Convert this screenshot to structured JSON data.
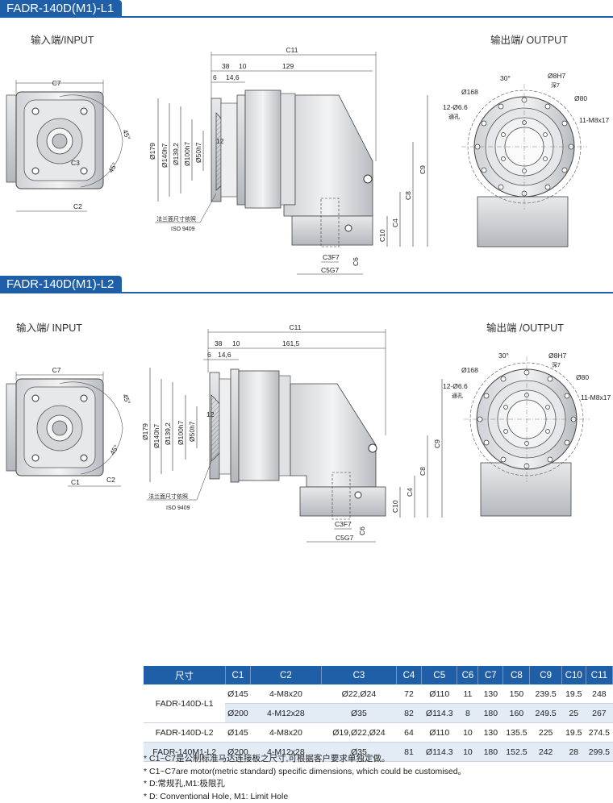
{
  "sections": [
    {
      "title": "FADR-140D(M1)-L1",
      "input_label": "输入端/INPUT",
      "output_label": "输出端/ OUTPUT",
      "dims": {
        "c11": "C11",
        "d38": "38",
        "d10": "10",
        "d129": "129",
        "d6": "6",
        "d14_6": "14,6",
        "c7": "C7",
        "c2": "C2",
        "c3": "C3",
        "a45a": "45°",
        "a45b": "45°",
        "d179": "Ø179",
        "d140": "Ø140h7",
        "d139_2": "Ø139,2",
        "d100": "Ø100h7",
        "d50": "Ø50h7",
        "d12": "12",
        "c9": "C9",
        "c8": "C8",
        "c4": "C4",
        "c10": "C10",
        "c3f7": "C3F7",
        "c6": "C6",
        "c5g7": "C5G7",
        "flange_cn": "法兰面尺寸依照",
        "iso": "ISO 9409",
        "o168": "Ø168",
        "o12": "12-Ø6.6",
        "tongkong": "通孔",
        "a30": "30°",
        "o8": "Ø8H7",
        "deep7": "深7",
        "o80": "Ø80",
        "m8": "11-M8x17"
      }
    },
    {
      "title": "FADR-140D(M1)-L2",
      "input_label": "输入端/ INPUT",
      "output_label": "输出端 /OUTPUT",
      "dims": {
        "c11": "C11",
        "d38": "38",
        "d10": "10",
        "d129": "161,5",
        "d6": "6",
        "d14_6": "14,6",
        "c7": "C7",
        "c2": "C2",
        "c1": "C1",
        "a45a": "45°",
        "a45b": "45°",
        "d179": "Ø179",
        "d140": "Ø140h7",
        "d139_2": "Ø139,2",
        "d100": "Ø100h7",
        "d50": "Ø50h7",
        "d12": "12",
        "c9": "C9",
        "c8": "C8",
        "c4": "C4",
        "c10": "C10",
        "c3f7": "C3F7",
        "c6": "C6",
        "c5g7": "C5G7",
        "flange_cn": "法兰面尺寸依照",
        "iso": "ISO 9409",
        "o168": "Ø168",
        "o12": "12-Ø6.6",
        "tongkong": "通孔",
        "a30": "30°",
        "o8": "Ø8H7",
        "deep7": "深7",
        "o80": "Ø80",
        "m8": "11-M8x17"
      }
    }
  ],
  "table": {
    "headers": [
      "尺寸",
      "C1",
      "C2",
      "C3",
      "C4",
      "C5",
      "C6",
      "C7",
      "C8",
      "C9",
      "C10",
      "C11"
    ],
    "rows": [
      [
        "FADR-140D-L1",
        "Ø145",
        "4-M8x20",
        "Ø22,Ø24",
        "72",
        "Ø110",
        "11",
        "130",
        "150",
        "239.5",
        "19.5",
        "248"
      ],
      [
        "",
        "Ø200",
        "4-M12x28",
        "Ø35",
        "82",
        "Ø114.3",
        "8",
        "180",
        "160",
        "249.5",
        "25",
        "267"
      ],
      [
        "FADR-140D-L2",
        "Ø145",
        "4-M8x20",
        "Ø19,Ø22,Ø24",
        "64",
        "Ø110",
        "10",
        "130",
        "135.5",
        "225",
        "19.5",
        "274.5"
      ],
      [
        "FADR-140M1-L2",
        "Ø200",
        "4-M12x28",
        "Ø35",
        "81",
        "Ø114.3",
        "10",
        "180",
        "152.5",
        "242",
        "28",
        "299.5"
      ]
    ]
  },
  "notes": [
    "* C1~C7是公制标准马达连接板之尺寸,可根据客户要求单独定做。",
    "* C1~C7are motor(metric standard)  specific dimensions, which could be customised。",
    "* D:常规孔,M1:极限孔",
    "* D: Conventional Hole, M1: Limit Hole"
  ]
}
